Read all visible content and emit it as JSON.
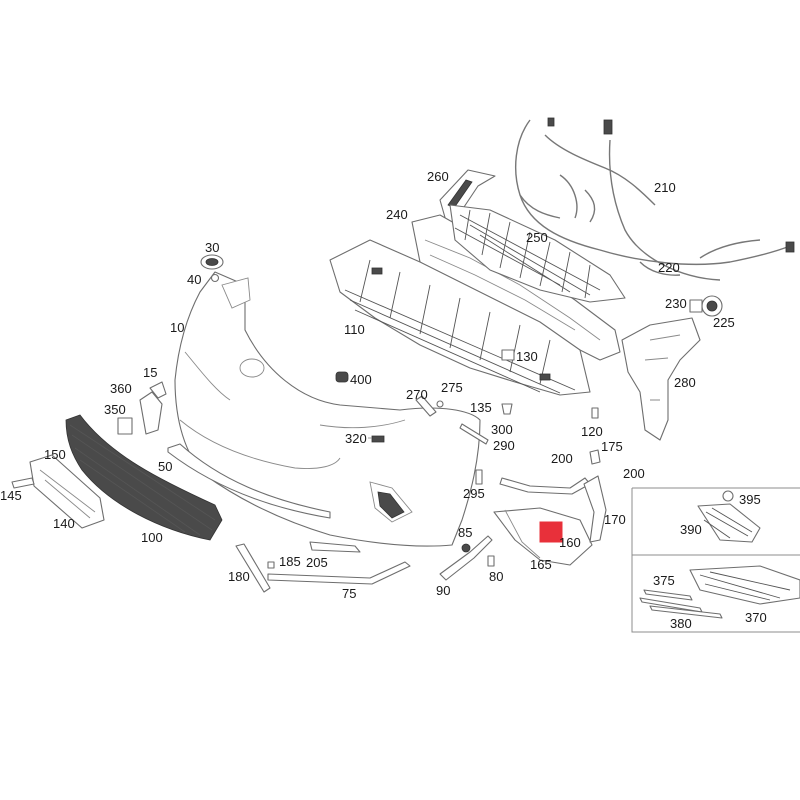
{
  "colors": {
    "outline": "#6e6e6e",
    "mesh": "#4a4a4a",
    "highlight": "#e8303a",
    "label": "#1a1a1a",
    "background": "#ffffff"
  },
  "highlighted_part": "160",
  "labels": {
    "l10": "10",
    "l15": "15",
    "l30": "30",
    "l40": "40",
    "l50": "50",
    "l75": "75",
    "l80": "80",
    "l85": "85",
    "l90": "90",
    "l100": "100",
    "l110": "110",
    "l120": "120",
    "l130": "130",
    "l135": "135",
    "l140": "140",
    "l145": "145",
    "l150": "150",
    "l160": "160",
    "l165": "165",
    "l170": "170",
    "l175": "175",
    "l180": "180",
    "l185": "185",
    "l200a": "200",
    "l200b": "200",
    "l205": "205",
    "l210": "210",
    "l220": "220",
    "l225": "225",
    "l230": "230",
    "l240": "240",
    "l250": "250",
    "l260": "260",
    "l270": "270",
    "l275": "275",
    "l280": "280",
    "l290": "290",
    "l295": "295",
    "l300": "300",
    "l320": "320",
    "l350": "350",
    "l360": "360",
    "l370": "370",
    "l375": "375",
    "l380": "380",
    "l390": "390",
    "l395": "395",
    "l400": "400"
  }
}
